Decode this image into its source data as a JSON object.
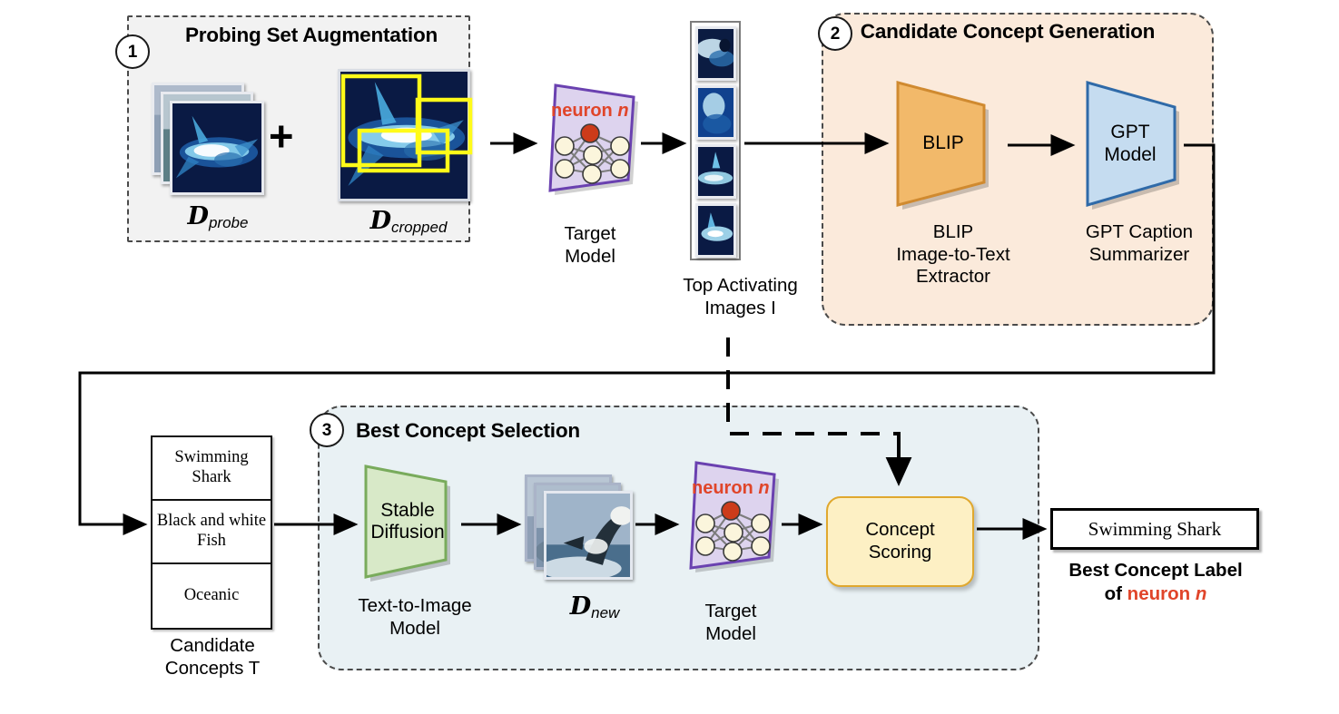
{
  "sections": [
    {
      "num": "1",
      "title": "Probing Set Augmentation"
    },
    {
      "num": "2",
      "title": "Candidate Concept\nGeneration"
    },
    {
      "num": "3",
      "title": "Best Concept Selection"
    }
  ],
  "section1": {
    "badge": "1",
    "title": "Probing Set Augmentation",
    "plus": "+",
    "probe_label_script": "D",
    "probe_label_sub": "probe",
    "cropped_label_script": "D",
    "cropped_label_sub": "cropped"
  },
  "target_model_1": {
    "neuron_label": "neuron n",
    "caption": "Target\nModel"
  },
  "top_images": {
    "caption": "Top Activating\nImages I",
    "count": 4
  },
  "section2": {
    "badge": "2",
    "title": "Candidate Concept Generation",
    "blip": {
      "label": "BLIP",
      "caption": "BLIP\nImage-to-Text\nExtractor"
    },
    "gpt": {
      "label": "GPT\nModel",
      "caption": "GPT Caption\nSummarizer"
    }
  },
  "candidate_concepts": {
    "rows": [
      "Swimming Shark",
      "Black and white Fish",
      "Oceanic"
    ],
    "caption": "Candidate\nConcepts T"
  },
  "section3": {
    "badge": "3",
    "title": "Best Concept Selection",
    "stable_diffusion": {
      "label": "Stable\nDiffusion",
      "caption": "Text-to-Image\nModel"
    },
    "dnew_script": "D",
    "dnew_sub": "new",
    "target_model": {
      "neuron_label": "neuron n",
      "caption": "Target\nModel"
    },
    "concept_scoring": {
      "label": "Concept\nScoring"
    }
  },
  "output": {
    "label": "Swimming Shark",
    "caption_line1": "Best Concept Label",
    "caption_line2_prefix": "of ",
    "caption_line2_neuron": "neuron n"
  },
  "colors": {
    "section1_bg": "#f2f2f2",
    "section2_bg": "#fbeadb",
    "section3_bg": "#e9f1f4",
    "target_model": "#ddd3ee",
    "target_model_border": "#6a41b0",
    "blip": "#f2b96a",
    "blip_border": "#d08a30",
    "gpt": "#c5dcf0",
    "gpt_border": "#2f6aa8",
    "stable_diffusion": "#d8e9c8",
    "stable_diffusion_border": "#79ab5c",
    "concept_scoring": "#fdf0c4",
    "concept_scoring_border": "#e0a82e",
    "neuron_red": "#e0452a",
    "crop_box": "#fffb19",
    "dashed_border": "#4a4a4a"
  }
}
